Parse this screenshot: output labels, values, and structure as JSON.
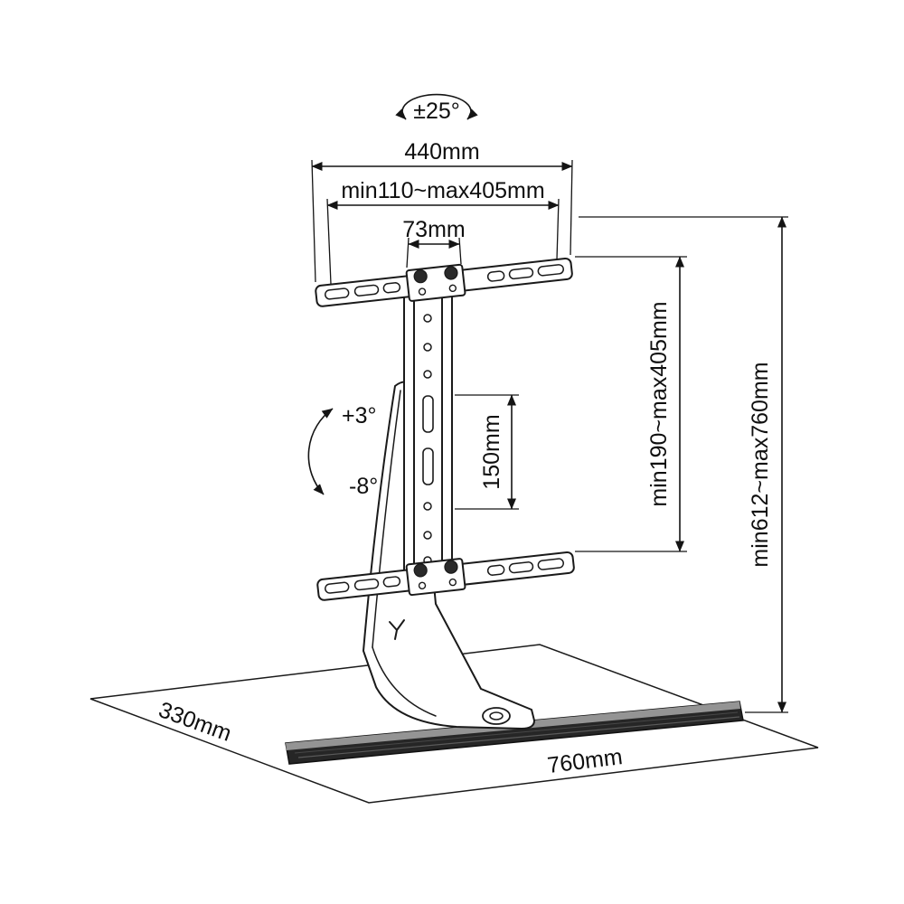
{
  "diagram": {
    "labels": {
      "swivel_range": "±25°",
      "top_width": "440mm",
      "top_adjust_range": "min110~max405mm",
      "hole_spacing": "73mm",
      "slot_length": "150mm",
      "bracket_vertical_range": "min190~max405mm",
      "height_range": "min612~max760mm",
      "base_depth": "330mm",
      "base_width": "760mm",
      "tilt_up": "+3°",
      "tilt_down": "-8°"
    },
    "colors": {
      "line": "#1a1a1a",
      "base_fill": "#262626",
      "base_top": "#949494",
      "background": "#ffffff"
    }
  }
}
